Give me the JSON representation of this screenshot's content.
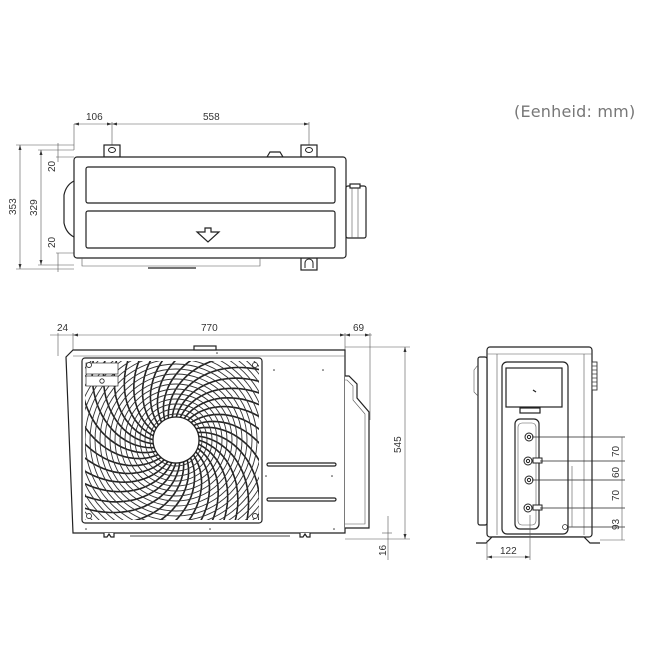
{
  "unit_note": "(Eenheid: mm)",
  "top_view": {
    "dimensions": {
      "bracket_offset": "106",
      "bracket_spacing": "558",
      "overall_depth": "353",
      "body_depth": "329",
      "top_margin": "20",
      "bottom_margin": "20"
    }
  },
  "front_view": {
    "dimensions": {
      "left_overhang": "24",
      "width": "770",
      "right_overhang": "69",
      "height": "545",
      "foot_height": "16"
    }
  },
  "side_view": {
    "dimensions": {
      "valve_spacing_1": "70",
      "valve_spacing_2": "60",
      "valve_spacing_3": "70",
      "bottom_valve_height": "93",
      "foot_offset": "122"
    }
  },
  "colors": {
    "line": "#222222",
    "dimension_text": "#333333",
    "note_text": "#777777",
    "background": "#ffffff"
  }
}
